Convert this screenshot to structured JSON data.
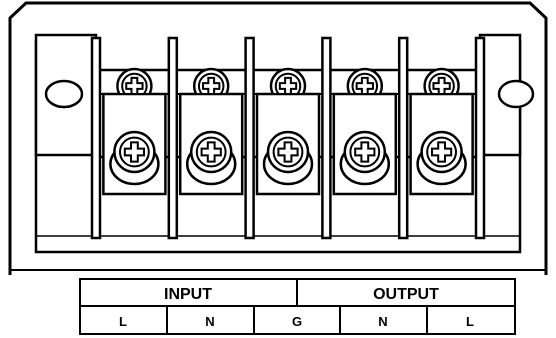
{
  "terminal_block": {
    "terminal_count": 5,
    "mounting_holes": 2
  },
  "label_table": {
    "groups": [
      {
        "id": "input",
        "label": "INPUT"
      },
      {
        "id": "output",
        "label": "OUTPUT"
      }
    ],
    "terminals": [
      {
        "id": "t1",
        "label": "L"
      },
      {
        "id": "t2",
        "label": "N"
      },
      {
        "id": "t3",
        "label": "G"
      },
      {
        "id": "t4",
        "label": "N"
      },
      {
        "id": "t5",
        "label": "L"
      }
    ]
  }
}
